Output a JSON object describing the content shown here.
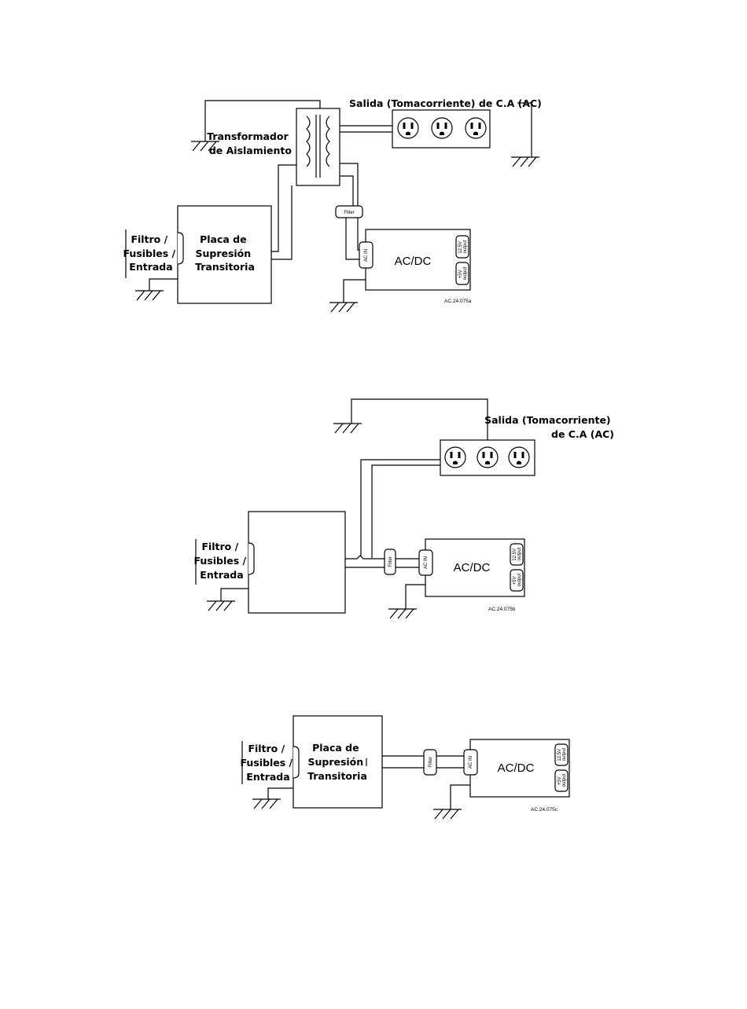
{
  "diagram_a": {
    "outlet_label": "Salida (Tomacorriente) de C.A (AC)",
    "transformer_label": [
      "Transformador",
      "de Aislamiento"
    ],
    "suppression_label": [
      "Placa de",
      "Supresión",
      "Transitoria"
    ],
    "input_label": [
      "Filtro /",
      "Fusibles /",
      "Entrada"
    ],
    "filter_label": "Filter",
    "acin_label": "AC IN",
    "acdc_label": "AC/DC",
    "out125_label": [
      "12.5V",
      "output"
    ],
    "out5_label": [
      "+5V",
      "output"
    ],
    "ref": "AC.24.075a"
  },
  "diagram_b": {
    "outlet_label": [
      "Salida (Tomacorriente)",
      "de C.A (AC)"
    ],
    "input_label": [
      "Filtro /",
      "Fusibles /",
      "Entrada"
    ],
    "filter_label": "Filter",
    "acin_label": "AC IN",
    "acdc_label": "AC/DC",
    "out125_label": [
      "12.5V",
      "output"
    ],
    "out5_label": [
      "+5V",
      "output"
    ],
    "ref": "AC.24.075b"
  },
  "diagram_c": {
    "suppression_label": [
      "Placa de",
      "Supresión",
      "Transitoria"
    ],
    "input_label": [
      "Filtro /",
      "Fusibles /",
      "Entrada"
    ],
    "filter_label": "Filter",
    "acin_label": "AC IN",
    "acdc_label": "AC/DC",
    "out125_label": [
      "12.5V",
      "output"
    ],
    "out5_label": [
      "+5V",
      "output"
    ],
    "ref": "AC.24.075c"
  }
}
